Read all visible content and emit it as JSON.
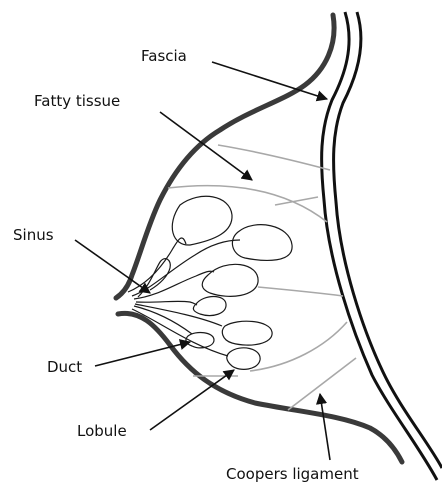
{
  "labels": {
    "fascia": "Fascia",
    "fatty_tissue": "Fatty tissue",
    "sinus": "Sinus",
    "duct": "Duct",
    "lobule": "Lobule",
    "coopers_ligament": "Coopers ligament"
  },
  "colors": {
    "outline": "#3a3a3a",
    "wall": "#111111",
    "ligament": "#a8a8a8",
    "gland": "#1a1a1a",
    "text": "#111111"
  }
}
